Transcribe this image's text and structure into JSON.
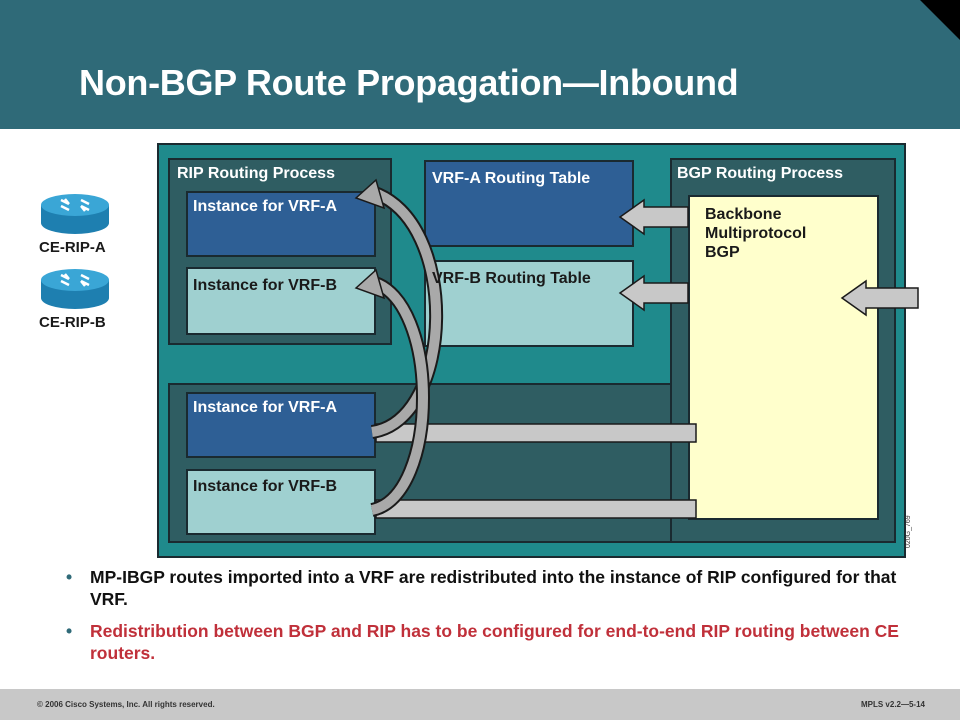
{
  "slide": {
    "title": "Non-BGP Route Propagation—Inbound"
  },
  "routers": [
    {
      "label": "CE-RIP-A",
      "icon": "router-icon"
    },
    {
      "label": "CE-RIP-B",
      "icon": "router-icon"
    }
  ],
  "diagram": {
    "rip_process_label": "RIP Routing Process",
    "rip_instance_a1": "Instance for VRF-A",
    "rip_instance_b1": "Instance for VRF-B",
    "rip_instance_a2": "Instance for VRF-A",
    "rip_instance_b2": "Instance for VRF-B",
    "vrf_a_table": "VRF-A Routing Table",
    "vrf_b_table": "VRF-B Routing Table",
    "bgp_process_label": "BGP Routing Process",
    "bgp_line1": "Backbone",
    "bgp_line2": "Multiprotocol",
    "bgp_line3": "BGP",
    "figure_id": "020G_769",
    "colors": {
      "header": "#2f6a78",
      "outer": "#1f8a8c",
      "process": "#2f5d62",
      "vrf_a": "#2e5f95",
      "vrf_b": "#9fd0d0",
      "bgp_fill": "#ffffcc",
      "arrow": "#c8c8c8"
    }
  },
  "bullets": [
    "MP-IBGP routes imported into a VRF are redistributed into the instance of RIP configured for that VRF.",
    "Redistribution between BGP and RIP has to be configured for end-to-end RIP routing between CE routers."
  ],
  "footer": {
    "copyright": "© 2006 Cisco Systems, Inc. All rights reserved.",
    "course": "MPLS v2.2—5-14"
  }
}
